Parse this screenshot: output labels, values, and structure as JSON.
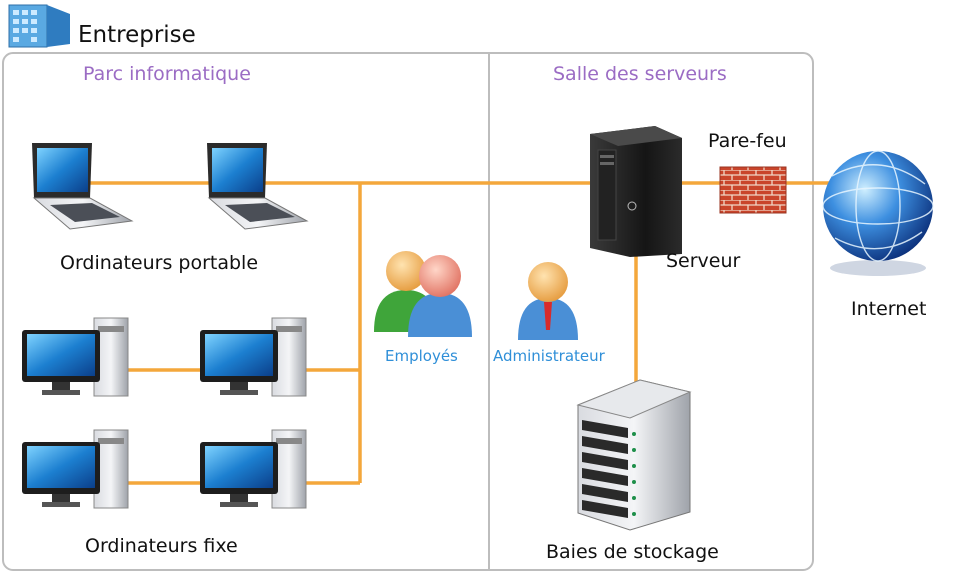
{
  "title": "Entreprise",
  "sections": {
    "parc": "Parc informatique",
    "salle": "Salle des serveurs"
  },
  "labels": {
    "laptops": "Ordinateurs portable",
    "desktops": "Ordinateurs fixe",
    "employees": "Employés",
    "admin": "Administrateur",
    "server": "Serveur",
    "firewall": "Pare-feu",
    "internet": "Internet",
    "storage": "Baies de stockage"
  },
  "colors": {
    "link": "#f4a73b",
    "section_title": "#9b6cc4",
    "role_text": "#2f8fd8",
    "border": "#bdbdbd"
  }
}
